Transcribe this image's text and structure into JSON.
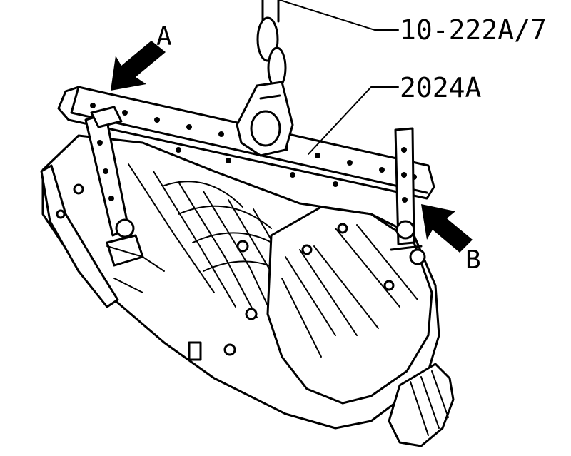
{
  "labels": {
    "arrow_a": "A",
    "arrow_b": "B",
    "tool_hook": "10-222A/7",
    "tool_bar": "2024A"
  },
  "colors": {
    "ink": "#000000",
    "paper": "#ffffff"
  }
}
